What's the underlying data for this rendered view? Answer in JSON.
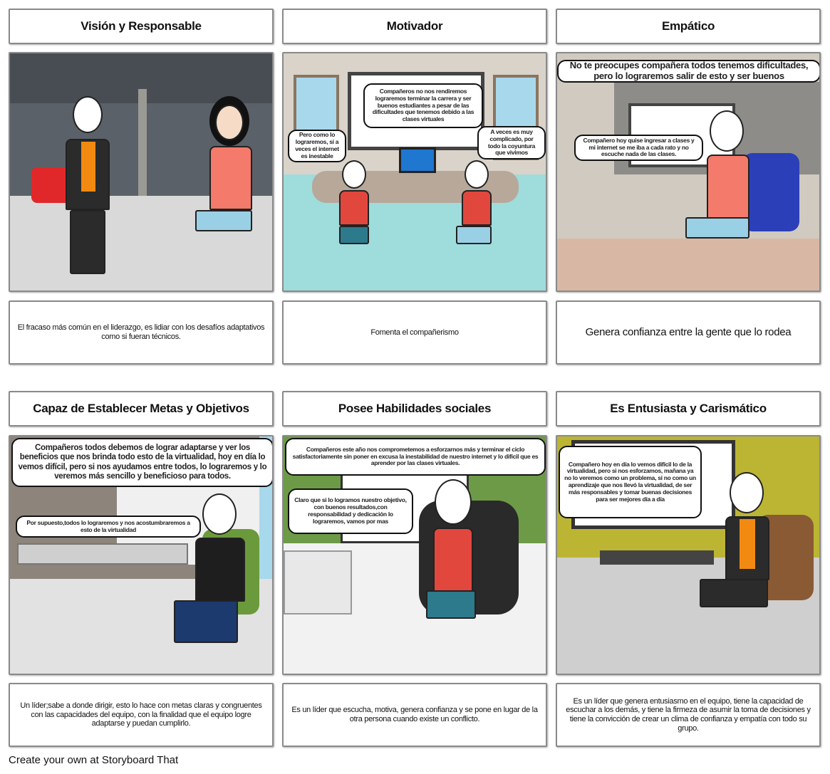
{
  "panels": [
    {
      "title": "Visión y Responsable",
      "description": "El fracaso más común en el liderazgo, es lidiar con los desafíos adaptativos como si fueran técnicos.",
      "bubbles": []
    },
    {
      "title": "Motivador",
      "description": "Fomenta el compañerismo",
      "bubbles": [
        "Compañeros no nos rendiremos lograremos terminar la carrera y ser buenos estudiantes a pesar de las dificultades que tenemos debido a las clases virtuales",
        "Pero como lo lograremos, si a veces el internet es inestable",
        "A veces es muy complicado, por todo la coyuntura que vivimos"
      ]
    },
    {
      "title": "Empático",
      "description": "Genera confianza entre la gente que lo rodea",
      "bubbles": [
        "No te preocupes compañera todos tenemos dificultades, pero lo lograremos salir de esto y ser buenos",
        "Compañero hoy quise ingresar a clases y mi internet se me iba a cada rato y no escuche nada de las clases."
      ]
    },
    {
      "title": "Capaz de Establecer Metas y Objetivos",
      "description": "Un líder;sabe a donde dirigir, esto lo hace con metas claras y congruentes con las capacidades del equipo, con la finalidad que el equipo logre adaptarse y puedan cumplirlo.",
      "bubbles": [
        "Compañeros todos debemos de lograr adaptarse y ver los beneficios que nos brinda todo esto de la virtualidad, hoy en día lo vemos difícil, pero si nos ayudamos entre todos, lo lograremos y lo veremos más sencillo y beneficioso para todos.",
        "Por supuesto,todos lo lograremos y nos acostumbraremos a esto de la virtualidad"
      ]
    },
    {
      "title": "Posee Habilidades sociales",
      "description": "Es un líder que escucha, motiva, genera confianza y se pone en lugar de la otra persona cuando existe un conflicto.",
      "bubbles": [
        "Compañeros este año nos comprometemos a esforzarnos más y terminar el ciclo satisfactoriamente sin poner en excusa la inestabilidad de nuestro internet y lo difícil que es aprender por las clases virtuales.",
        "Claro que si lo logramos nuestro objetivo, con buenos resultados,con responsabilidad y dedicación lo lograremos, vamos por mas"
      ]
    },
    {
      "title": "Es Entusiasta y Carismático",
      "description": "Es un líder que genera entusiasmo en el equipo, tiene la capacidad de escuchar a los demás, y tiene la firmeza de asumir la toma de decisiones y tiene la convicción de crear un clima de confianza y empatía con todo su grupo.",
      "bubbles": [
        "Compañero hoy en día lo vemos difícil lo de la virtualidad, pero si nos esforzamos, mañana ya no lo veremos como un problema, si no como un aprendizaje que nos llevó la virtualidad, de ser más responsables y tomar buenas decisiones para ser mejores día a día"
      ]
    }
  ],
  "footer": "Create your own at Storyboard That"
}
